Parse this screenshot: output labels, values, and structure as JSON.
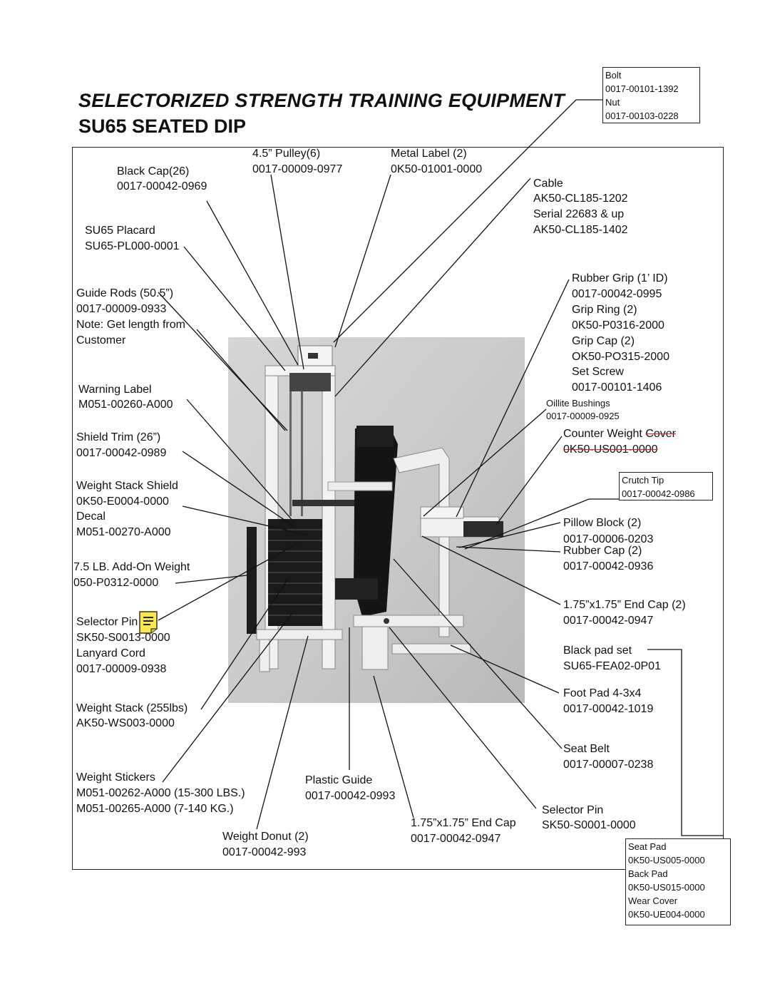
{
  "title": "SELECTORIZED STRENGTH TRAINING EQUIPMENT",
  "subtitle": "SU65 SEATED DIP",
  "bolt_box": [
    "Bolt",
    "0017-00101-1392",
    "Nut",
    "0017-00103-0228"
  ],
  "crutch_box": [
    "Crutch Tip",
    "0017-00042-0986"
  ],
  "seat_box": [
    "Seat Pad",
    "0K50-US005-0000",
    "Back Pad",
    "0K50-US015-0000",
    "Wear Cover",
    "0K50-UE004-0000"
  ],
  "left": {
    "black_cap": [
      "Black Cap(26)",
      "0017-00042-0969"
    ],
    "placard": [
      "SU65 Placard",
      "SU65-PL000-0001"
    ],
    "guide_rods": [
      "Guide Rods (50.5”)",
      "0017-00009-0933",
      "Note: Get length from",
      "Customer"
    ],
    "warning": [
      "Warning Label",
      "M051-00260-A000"
    ],
    "shield_trim": [
      "Shield Trim (26”)",
      "0017-00042-0989"
    ],
    "stack_shield": [
      "Weight Stack Shield",
      "0K50-E0004-0000",
      "Decal",
      "M051-00270-A000"
    ],
    "addon": [
      "7.5 LB. Add-On Weight",
      "050-P0312-0000"
    ],
    "selector_pin": [
      "Selector Pin",
      "SK50-S0013-0000",
      "Lanyard Cord",
      "0017-00009-0938"
    ],
    "weight_stack": [
      "Weight Stack (255lbs)",
      "AK50-WS003-0000"
    ],
    "stickers": [
      "Weight Stickers",
      "M051-00262-A000 (15-300 LBS.)",
      "M051-00265-A000 (7-140 KG.)"
    ]
  },
  "top": {
    "pulley": [
      "4.5” Pulley(6)",
      "0017-00009-0977"
    ],
    "metal": [
      "Metal Label (2)",
      "0K50-01001-0000"
    ],
    "cable": [
      "Cable",
      "AK50-CL185-1202",
      "Serial 22683 & up",
      "AK50-CL185-1402"
    ]
  },
  "right": {
    "grip": [
      "Rubber Grip (1’ ID)",
      "0017-00042-0995",
      "Grip Ring (2)",
      "0K50-P0316-2000",
      "Grip Cap (2)",
      "OK50-PO315-2000",
      "Set Screw",
      "0017-00101-1406"
    ],
    "oillite": [
      "Oillite Bushings",
      "0017-00009-0925"
    ],
    "counter_a": "Counter Weight ",
    "counter_b": "Cover",
    "counter_part": "0K50-US001-0000",
    "pillow": [
      "Pillow Block (2)",
      "0017-00006-0203"
    ],
    "rubber_cap": [
      "Rubber Cap (2)",
      "0017-00042-0936"
    ],
    "endcap": [
      "1.75”x1.75” End Cap (2)",
      "0017-00042-0947"
    ],
    "black_pad": [
      "Black pad set",
      "SU65-FEA02-0P01"
    ],
    "foot_pad": [
      "Foot Pad 4-3x4",
      "0017-00042-1019"
    ],
    "seat_belt": [
      "Seat Belt",
      "0017-00007-0238"
    ]
  },
  "bottom": {
    "plastic": [
      "Plastic Guide",
      "0017-00042-0993"
    ],
    "endcap": [
      "1.75”x1.75” End Cap",
      "0017-00042-0947"
    ],
    "selector": [
      "Selector Pin",
      "SK50-S0001-0000"
    ],
    "donut": [
      "Weight Donut (2)",
      "0017-00042-993"
    ]
  }
}
